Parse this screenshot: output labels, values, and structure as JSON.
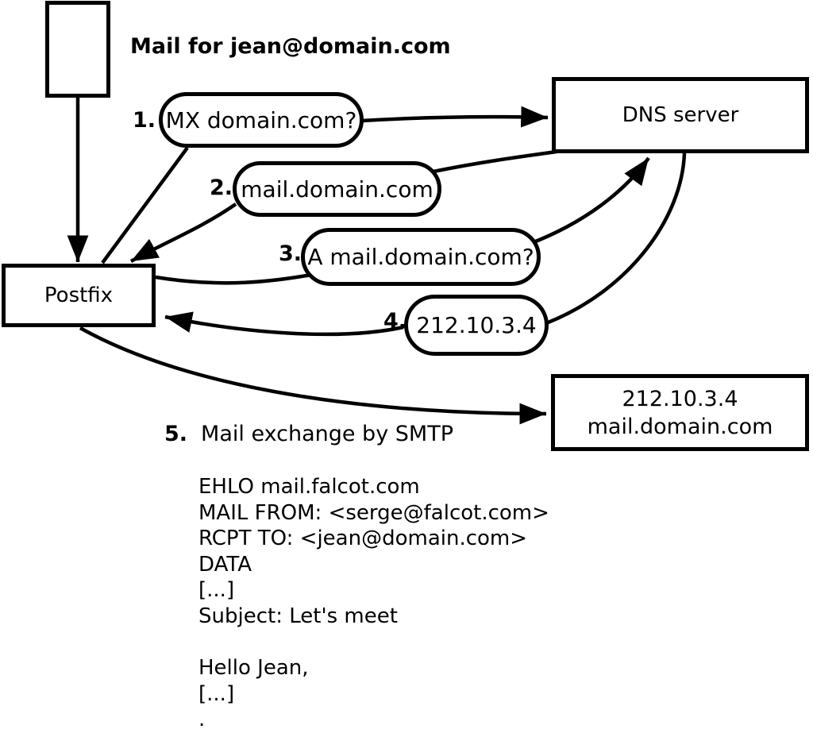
{
  "diagram": {
    "title": "Mail for jean@domain.com",
    "nodes": {
      "postfix": {
        "label": "Postfix"
      },
      "dns_server": {
        "label": "DNS server"
      },
      "mail_server": {
        "line1": "212.10.3.4",
        "line2": "mail.domain.com"
      }
    },
    "steps": [
      {
        "num": "1.",
        "label": "MX domain.com?"
      },
      {
        "num": "2.",
        "label": "mail.domain.com"
      },
      {
        "num": "3.",
        "label": "A mail.domain.com?"
      },
      {
        "num": "4.",
        "label": "212.10.3.4"
      },
      {
        "num": "5.",
        "label": "Mail exchange by SMTP"
      }
    ],
    "smtp_session": [
      "EHLO mail.falcot.com",
      "MAIL FROM: <serge@falcot.com>",
      "RCPT TO: <jean@domain.com>",
      "DATA",
      "[...]",
      "Subject: Let's meet",
      "",
      "Hello Jean,",
      "[...]",
      "."
    ],
    "colors": {
      "ink": "#000000",
      "background": "#ffffff"
    }
  }
}
